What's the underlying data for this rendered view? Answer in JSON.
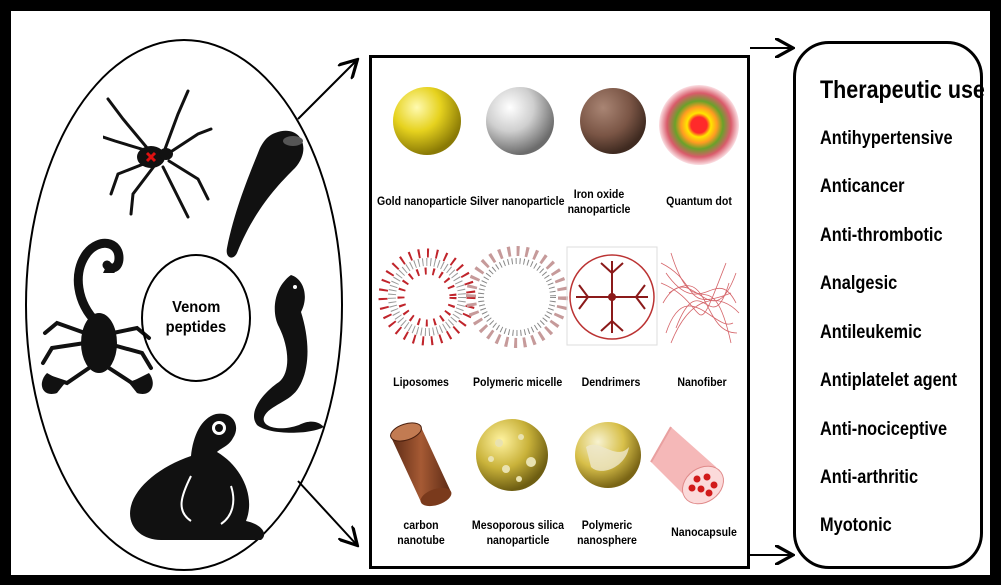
{
  "venom": {
    "center_label_line1": "Venom",
    "center_label_line2": "peptides",
    "animals": [
      "spider-icon",
      "leech-icon",
      "scorpion-icon",
      "cobra-icon",
      "frog-icon"
    ]
  },
  "nanocarriers": [
    {
      "label": "Gold nanoparticle",
      "icon": "gold-sphere"
    },
    {
      "label": "Silver nanoparticle",
      "icon": "silver-sphere"
    },
    {
      "label": "Iron oxide nanoparticle",
      "icon": "iron-oxide-sphere"
    },
    {
      "label": "Quantum dot",
      "icon": "quantum-dot"
    },
    {
      "label": "Liposomes",
      "icon": "liposome"
    },
    {
      "label": "Polymeric micelle",
      "icon": "micelle"
    },
    {
      "label": "Dendrimers",
      "icon": "dendrimer"
    },
    {
      "label": "Nanofiber",
      "icon": "nanofiber"
    },
    {
      "label": "carbon nanotube",
      "icon": "carbon-nanotube"
    },
    {
      "label": "Mesoporous silica nanoparticle",
      "icon": "mesoporous-silica"
    },
    {
      "label": "Polymeric nanosphere",
      "icon": "polymeric-nanosphere"
    },
    {
      "label": "Nanocapsule",
      "icon": "nanocapsule"
    }
  ],
  "therapeutic": {
    "title": "Therapeutic use",
    "items": [
      "Antihypertensive",
      "Anticancer",
      "Anti-thrombotic",
      "Analgesic",
      "Antileukemic",
      "Antiplatelet agent",
      "Anti-nociceptive",
      "Anti-arthritic",
      "Myotonic"
    ]
  },
  "colors": {
    "gold": "#d9c21a",
    "silver": "#c9c9c9",
    "iron": "#7a5545",
    "lipid_head": "#c0242b"
  }
}
